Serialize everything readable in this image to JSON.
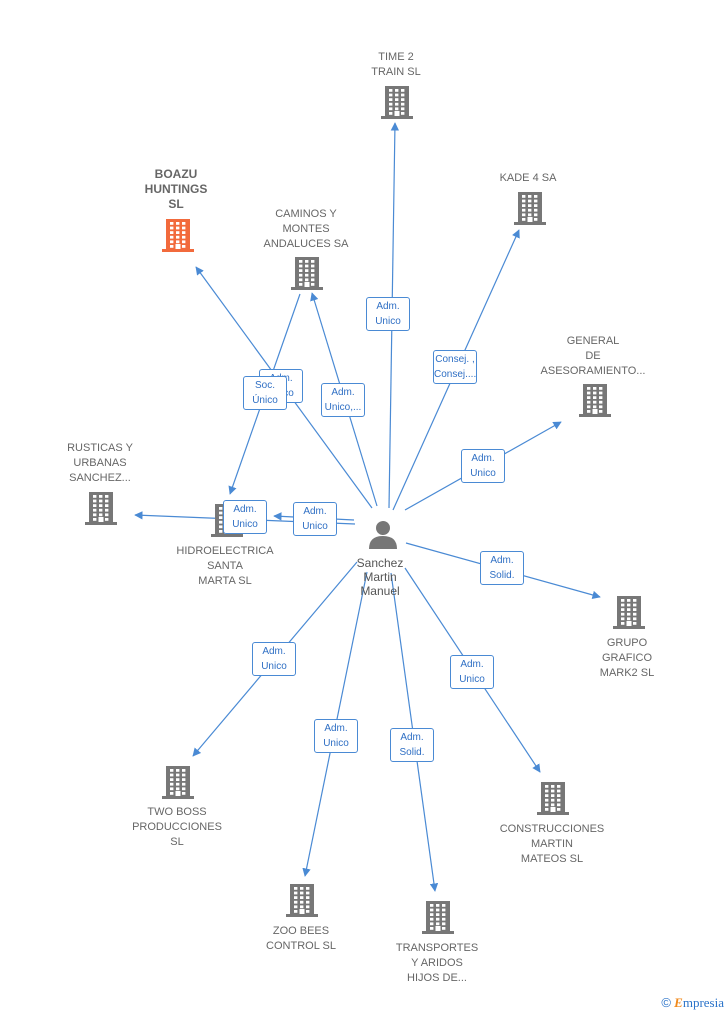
{
  "center": {
    "label": "Sanchez\nMartin\nManuel"
  },
  "colors": {
    "edge": "#4a8ad4",
    "building": "#777777",
    "highlight": "#f26a3c",
    "person": "#777777"
  },
  "companies": [
    {
      "id": "time2",
      "label": "TIME 2\nTRAIN  SL",
      "highlight": false
    },
    {
      "id": "kade4",
      "label": "KADE 4 SA",
      "highlight": false
    },
    {
      "id": "boazu",
      "label": "BOAZU\nHUNTINGS\nSL",
      "highlight": true
    },
    {
      "id": "caminos",
      "label": "CAMINOS Y\nMONTES\nANDALUCES SA",
      "highlight": false
    },
    {
      "id": "general",
      "label": "GENERAL\nDE\nASESORAMIENTO...",
      "highlight": false
    },
    {
      "id": "rusticas",
      "label": "RUSTICAS Y\nURBANAS\nSANCHEZ...",
      "highlight": false
    },
    {
      "id": "hidro",
      "label": "HIDROELECTRICA\nSANTA\nMARTA SL",
      "highlight": false
    },
    {
      "id": "grupo",
      "label": "GRUPO\nGRAFICO\nMARK2 SL",
      "highlight": false
    },
    {
      "id": "twoboss",
      "label": "TWO BOSS\nPRODUCCIONES\nSL",
      "highlight": false
    },
    {
      "id": "construcciones",
      "label": "CONSTRUCCIONES\nMARTIN\nMATEOS  SL",
      "highlight": false
    },
    {
      "id": "zoobees",
      "label": "ZOO BEES\nCONTROL  SL",
      "highlight": false
    },
    {
      "id": "transportes",
      "label": "TRANSPORTES\nY ARIDOS\nHIJOS DE...",
      "highlight": false
    }
  ],
  "edges": [
    {
      "target": "time2",
      "label": "Adm.\nUnico"
    },
    {
      "target": "kade4",
      "label": "Consej. ,\nConsej...."
    },
    {
      "target": "boazu",
      "label": "Adm.\nUnico"
    },
    {
      "target": "caminos",
      "label": "Adm.\nUnico,..."
    },
    {
      "target": "hidro",
      "label": "Soc.\nÚnico"
    },
    {
      "target": "general",
      "label": "Adm.\nUnico"
    },
    {
      "target": "rusticas",
      "label": "Adm.\nUnico"
    },
    {
      "target": "hidro",
      "label": "Adm.\nUnico"
    },
    {
      "target": "grupo",
      "label": "Adm.\nSolid."
    },
    {
      "target": "twoboss",
      "label": "Adm.\nUnico"
    },
    {
      "target": "construcciones",
      "label": "Adm.\nUnico"
    },
    {
      "target": "zoobees",
      "label": "Adm.\nUnico"
    },
    {
      "target": "transportes",
      "label": "Adm.\nSolid."
    }
  ],
  "watermark": {
    "symbol": "©",
    "brand_first": "E",
    "brand_rest": "mpresia"
  }
}
